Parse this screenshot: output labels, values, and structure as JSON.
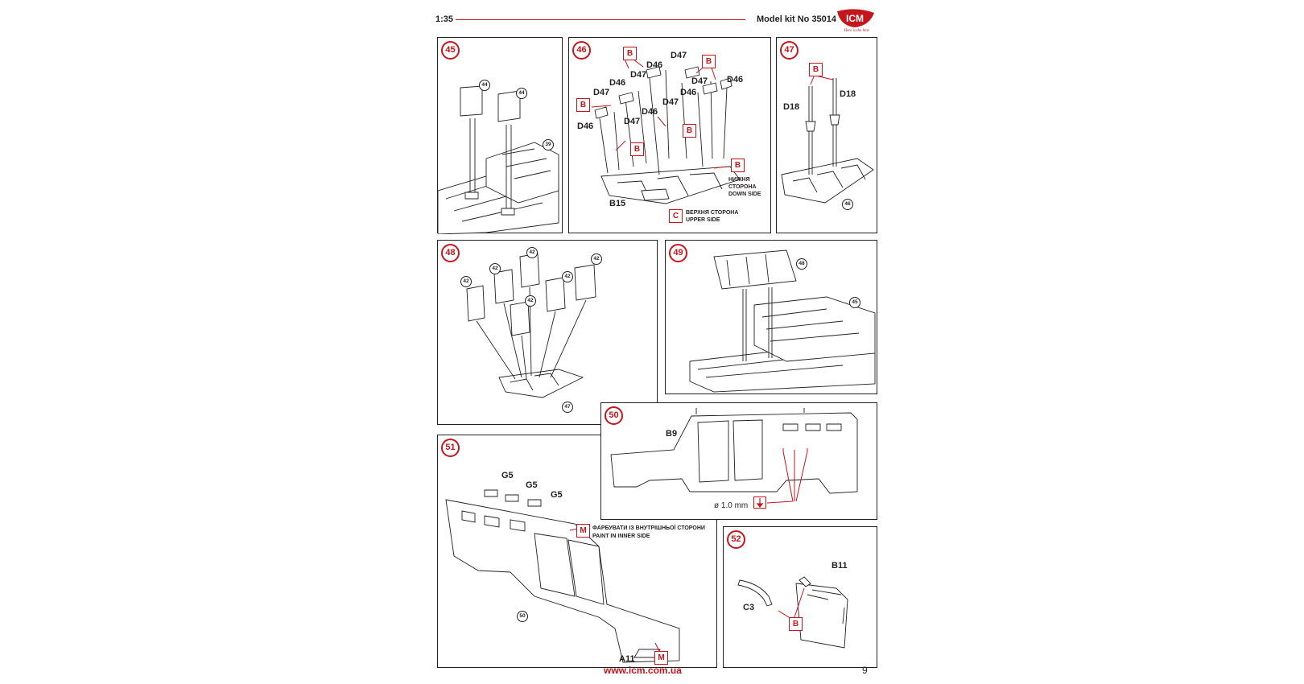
{
  "header": {
    "scale": "1:35",
    "kit": "Model kit No 35014",
    "brand": "ICM",
    "brand_tagline": "Here is the best"
  },
  "footer": {
    "url": "www.icm.com.ua",
    "page": "9"
  },
  "colors": {
    "accent": "#c4161c",
    "line": "#231f20"
  },
  "steps": {
    "s45": {
      "num": "45",
      "refs": [
        "44",
        "44",
        "39"
      ]
    },
    "s46": {
      "num": "46",
      "labels": [
        "D47",
        "D46",
        "D47",
        "D46",
        "D47",
        "D46",
        "D47",
        "D46",
        "D46",
        "D47",
        "D46",
        "D47",
        "B15"
      ],
      "boxes": [
        "B",
        "B",
        "B",
        "B",
        "B",
        "B"
      ],
      "c_box": "C",
      "down_ua_1": "НИЖНЯ",
      "down_ua_2": "СТОРОНА",
      "down_en": "DOWN SIDE",
      "upper_ua": "ВЕРХНЯ СТОРОНА",
      "upper_en": "UPPER SIDE"
    },
    "s47": {
      "num": "47",
      "labels": [
        "D18",
        "D18"
      ],
      "box": "B",
      "ref": "46"
    },
    "s48": {
      "num": "48",
      "refs": [
        "42",
        "42",
        "42",
        "42",
        "42",
        "42",
        "47"
      ]
    },
    "s49": {
      "num": "49",
      "refs": [
        "48",
        "45"
      ]
    },
    "s50": {
      "num": "50",
      "label": "B9",
      "drill": "ø 1.0 mm",
      "drill_icon": "drill-icon"
    },
    "s51": {
      "num": "51",
      "labels": [
        "G5",
        "G5",
        "G5",
        "A11"
      ],
      "paint_box": "M",
      "paint_box2": "M",
      "paint_ua": "ФАРБУВАТИ ІЗ ВНУТРІШНЬОЇ СТОРОНИ",
      "paint_en": "PAINT IN INNER SIDE",
      "ref": "50"
    },
    "s52": {
      "num": "52",
      "labels": [
        "B11",
        "C3"
      ],
      "box": "B"
    }
  }
}
